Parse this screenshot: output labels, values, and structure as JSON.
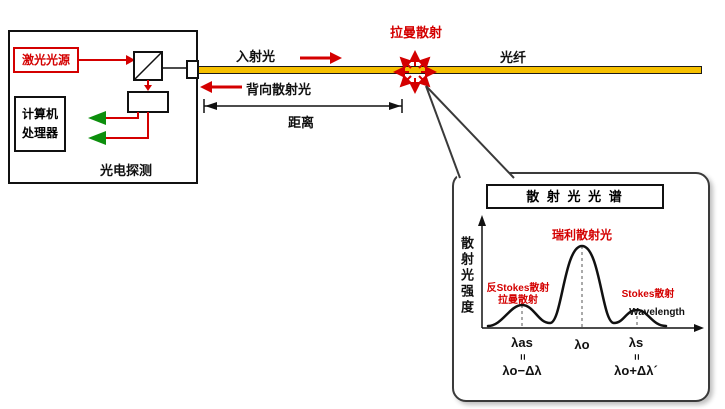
{
  "colors": {
    "accent_red": "#d40000",
    "detector_green": "#0d8f0d",
    "fiber_yellow": "#f6c000",
    "line_black": "#111111"
  },
  "instrument": {
    "laser_label": "激光光源",
    "computer_label_line1": "计算机",
    "computer_label_line2": "处理器",
    "photodetector_label": "光电探测"
  },
  "fiber_diagram": {
    "incident_light_label": "入射光",
    "backscatter_label": "背向散射光",
    "raman_scattering_label": "拉曼散射",
    "fiber_label": "光纤",
    "distance_label": "距离"
  },
  "spectrum_callout": {
    "title": "散 射 光 光 谱",
    "y_axis_label": "散射光强度",
    "x_axis_label": "Wavelength",
    "rayleigh_label": "瑞利散射光",
    "anti_stokes_label_line1": "反Stokes散射",
    "anti_stokes_label_line2": "拉曼散射",
    "stokes_label": "Stokes散射",
    "tick_anti_stokes": "λas",
    "equals_1": "=",
    "tick_anti_stokes_value": "λo−Δλ",
    "tick_center": "λo",
    "tick_stokes": "λs",
    "equals_2": "=",
    "tick_stokes_value": "λo+Δλ´"
  },
  "chart_data": {
    "type": "line",
    "title": "散 射 光 光 谱",
    "xlabel": "Wavelength",
    "ylabel": "散射光强度",
    "x_ticks": [
      "λas = λo−Δλ",
      "λo",
      "λs = λo+Δλ´"
    ],
    "series": [
      {
        "name": "散射光强度",
        "peaks": [
          {
            "label": "反Stokes散射 (拉曼散射)",
            "x": "λas",
            "relative_intensity": 0.25
          },
          {
            "label": "瑞利散射光",
            "x": "λo",
            "relative_intensity": 1.0
          },
          {
            "label": "Stokes散射",
            "x": "λs",
            "relative_intensity": 0.2
          }
        ]
      }
    ],
    "grid": false,
    "legend": false
  }
}
